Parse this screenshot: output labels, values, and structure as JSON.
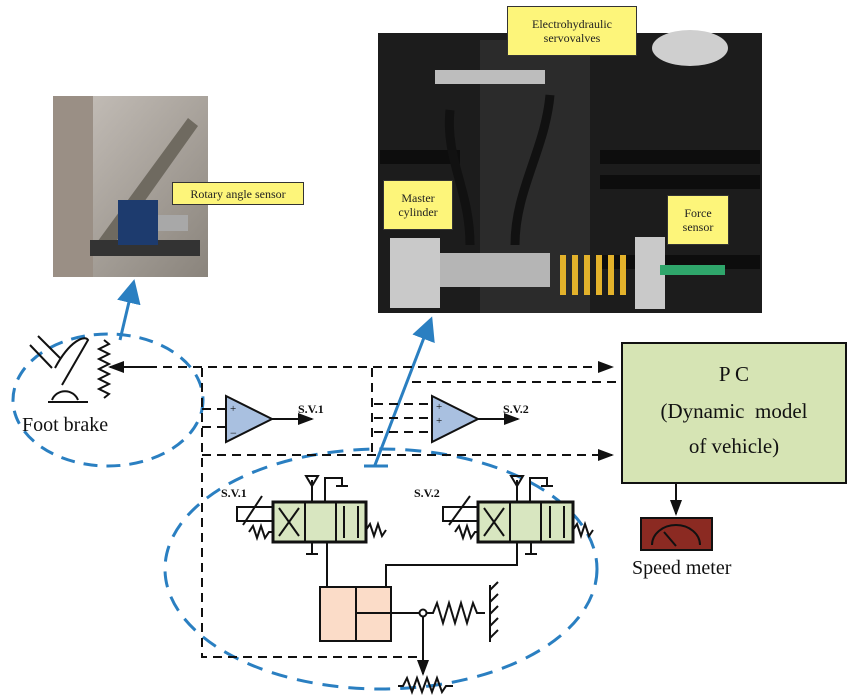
{
  "photos": {
    "pedal_photo": {
      "label": "Rotary angle sensor"
    },
    "rig_photo": {
      "labels": {
        "servovalves": "Electrohydraulic servovalves",
        "master_cylinder": "Master cylinder",
        "force_sensor": "Force sensor"
      }
    }
  },
  "schematic": {
    "foot_brake": "Foot brake",
    "amp1_output": "S.V.1",
    "amp2_output": "S.V.2",
    "valve1_label": "S.V.1",
    "valve2_label": "S.V.2",
    "pc": {
      "line1": "P C",
      "line2": "(Dynamic  model",
      "line3": "of vehicle)"
    },
    "speed_meter": "Speed meter"
  },
  "colors": {
    "callout_blue": "#2a7fc1",
    "pc_fill": "#d6e4b4",
    "amp_fill": "#a9c0e0",
    "valve_fill": "#d8e6c0",
    "cylinder_fill": "#fbdcc8",
    "label_fill": "#fdf57a",
    "meter_fill": "#8b2a22"
  }
}
